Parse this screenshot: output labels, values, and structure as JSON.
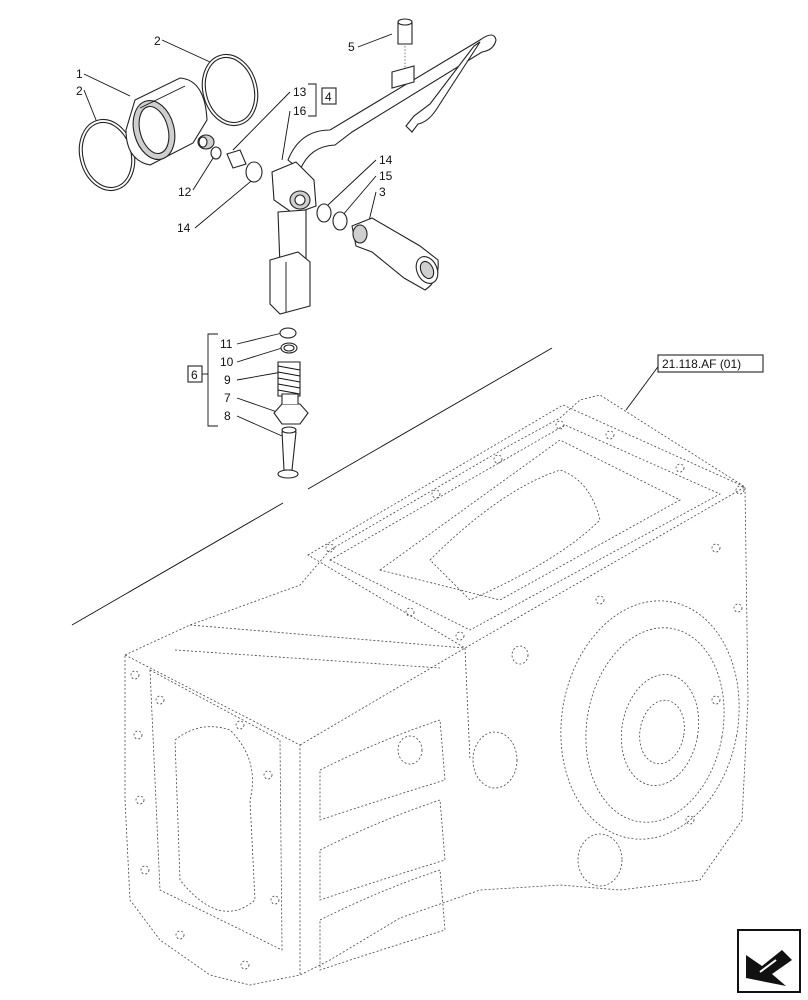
{
  "callouts": [
    {
      "id": "c2a",
      "text": "2"
    },
    {
      "id": "c1",
      "text": "1"
    },
    {
      "id": "c2b",
      "text": "2"
    },
    {
      "id": "c5",
      "text": "5"
    },
    {
      "id": "c13",
      "text": "13"
    },
    {
      "id": "c16",
      "text": "16"
    },
    {
      "id": "c12",
      "text": "12"
    },
    {
      "id": "c14a",
      "text": "14"
    },
    {
      "id": "c14b",
      "text": "14"
    },
    {
      "id": "c15",
      "text": "15"
    },
    {
      "id": "c3",
      "text": "3"
    },
    {
      "id": "c11",
      "text": "11"
    },
    {
      "id": "c10",
      "text": "10"
    },
    {
      "id": "c9",
      "text": "9"
    },
    {
      "id": "c7",
      "text": "7"
    },
    {
      "id": "c8",
      "text": "8"
    }
  ],
  "group_boxes": {
    "g4": "4",
    "g6": "6"
  },
  "reference": "21.118.AF (01)",
  "icons": {
    "corner": "arrow-nav-icon"
  }
}
